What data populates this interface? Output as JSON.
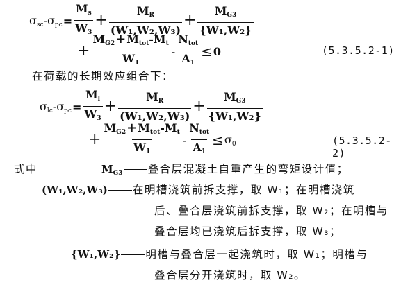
{
  "eq1": {
    "lhs_sigma1": "σ",
    "lhs_sub1": "sc",
    "minus": "-",
    "lhs_sigma2": "σ",
    "lhs_sub2": "pc",
    "equals": "=",
    "t1_num": "M",
    "t1_num_sub": "s",
    "t1_den": "W",
    "t1_den_sub": "3",
    "plus": "+",
    "t2_num": "M",
    "t2_num_sub": "R",
    "t2_den": "(W₁,W₂,W₃)",
    "t3_num": "M",
    "t3_num_sub": "G3",
    "t3_den": "{W₁,W₂}",
    "t4_num_a": "M",
    "t4_num_a_sub": "G2",
    "t4_num_plus": "+",
    "t4_num_b": "M",
    "t4_num_b_sub": "tot",
    "t4_num_minus": "-",
    "t4_num_c": "M",
    "t4_num_c_sub": "t",
    "t4_den": "W",
    "t4_den_sub": "1",
    "t5_num": "N",
    "t5_num_sub": "tot",
    "t5_den": "A",
    "t5_den_sub": "1",
    "leq": "≤",
    "rhs": "0",
    "number": "(5.3.5.2-1)"
  },
  "intro_text": "在荷载的长期效应组合下：",
  "eq2": {
    "lhs_sigma1": "σ",
    "lhs_sub1": "lc",
    "minus": "-",
    "lhs_sigma2": "σ",
    "lhs_sub2": "pc",
    "equals": "=",
    "t1_num": "M",
    "t1_num_sub": "l",
    "t1_den": "W",
    "t1_den_sub": "3",
    "plus": "+",
    "t2_num": "M",
    "t2_num_sub": "R",
    "t2_den": "(W₁,W₂,W₃)",
    "t3_num": "M",
    "t3_num_sub": "G3",
    "t3_den": "{W₁,W₂}",
    "t4_num_a": "M",
    "t4_num_a_sub": "G2",
    "t4_num_plus": "+",
    "t4_num_b": "M",
    "t4_num_b_sub": "tot",
    "t4_num_minus": "-",
    "t4_num_c": "M",
    "t4_num_c_sub": "t",
    "t4_den": "W",
    "t4_den_sub": "1",
    "t5_num": "N",
    "t5_num_sub": "tot",
    "t5_den": "A",
    "t5_den_sub": "1",
    "leq": "≤",
    "rhs": "σ",
    "rhs_sub": "0",
    "number": "(5.3.5.2-2)"
  },
  "defs": {
    "where_label": "式中",
    "mg3_symbol": "M",
    "mg3_sub": "G3",
    "mg3_text": "叠合层混凝土自重产生的弯矩设计值；",
    "w123_label": "(W₁,W₂,W₃)",
    "w123_line1": "在明槽浇筑前拆支撑，取 W₁；在明槽浇筑",
    "w123_line2": "后、叠合层浇筑前拆支撑，取 W₂；在明槽与",
    "w123_line3": "叠合层均已浇筑后拆支撑，取 W₃；",
    "w12_label": "{W₁,W₂}",
    "w12_line1": "明槽与叠合层一起浇筑时，取 W₁；明槽与",
    "w12_line2": "叠合层分开浇筑时，取 W₂。"
  }
}
